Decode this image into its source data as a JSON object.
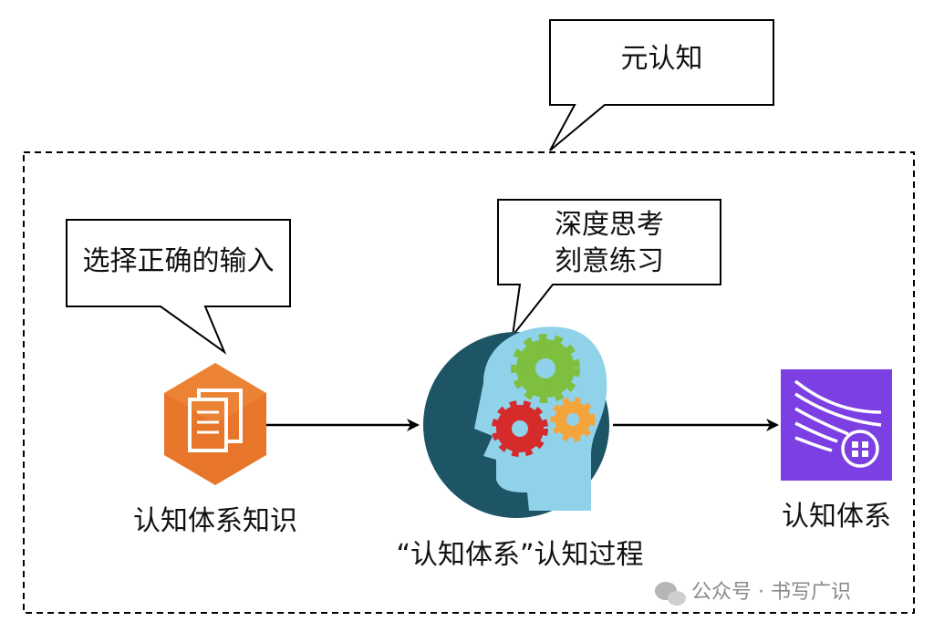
{
  "callouts": {
    "meta": "元认知",
    "select": "选择正确的输入",
    "process_line1": "深度思考",
    "process_line2": "刻意练习"
  },
  "nodes": {
    "knowledge": {
      "label": "认知体系知识",
      "icon": "document-icon",
      "color": "#e8762a"
    },
    "process": {
      "label": "“认知体系”认知过程",
      "icon": "head-gears-icon"
    },
    "system": {
      "label": "认知体系",
      "icon": "flow-lines-icon",
      "color": "#7b3fe4"
    }
  },
  "watermark": {
    "text": "公众号 · 书写广识",
    "icon": "wechat-icon"
  },
  "colors": {
    "head_bg": "#1e5566",
    "head_face": "#8fd2ea",
    "gear_green": "#7fbf3f",
    "gear_red": "#d62b2b",
    "gear_orange": "#f3a53c"
  }
}
